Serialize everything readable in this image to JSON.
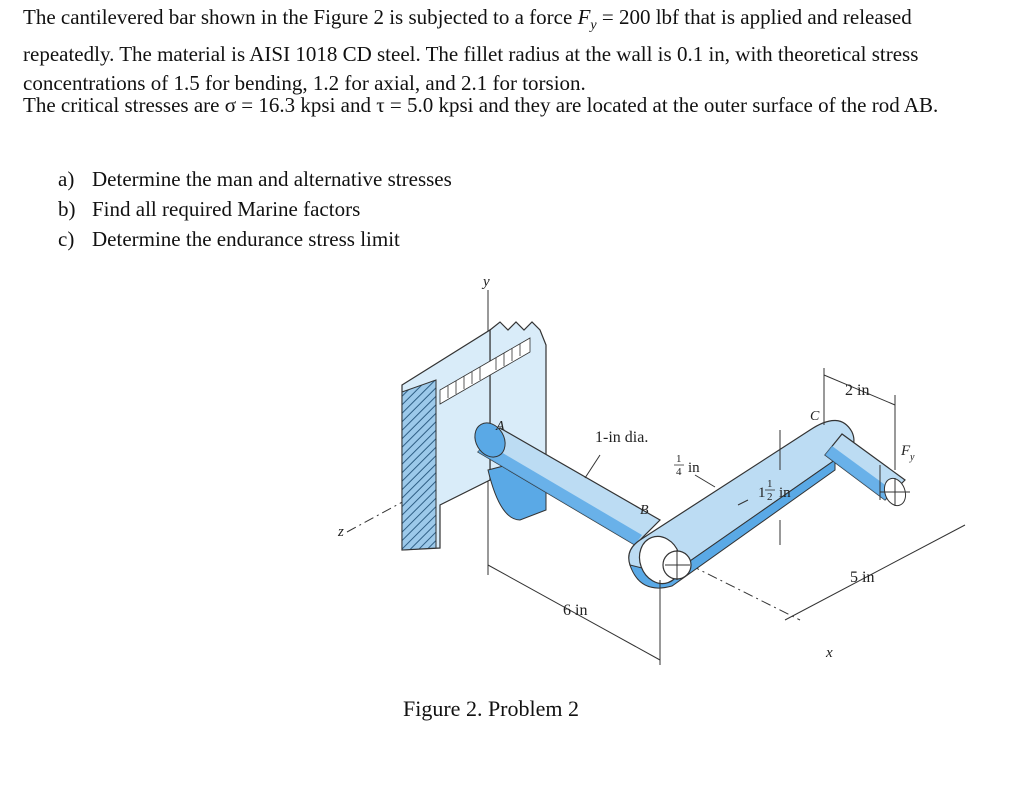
{
  "problem": {
    "p1_part1": "The cantilevered bar shown in the Figure 2 is subjected to a force ",
    "force_symbol": "F",
    "force_sub": "y",
    "p1_part2": " = 200 lbf that is applied and released repeatedly. The material is AISI 1018 CD steel. The fillet radius at the wall is 0.1 in, with theoretical stress concentrations of 1.5 for bending, 1.2 for axial, and 2.1 for torsion.",
    "p2": "The critical stresses are  σ = 16.3 kpsi and τ = 5.0 kpsi and they are located at the outer surface of the rod AB."
  },
  "questions": [
    {
      "label": "a)",
      "text": "Determine the man and alternative stresses"
    },
    {
      "label": "b)",
      "text": "Find all required Marine factors"
    },
    {
      "label": "c)",
      "text": "Determine the endurance stress limit"
    }
  ],
  "figure": {
    "caption": "Figure 2. Problem 2",
    "axis_y": "y",
    "axis_z": "z",
    "axis_x": "x",
    "point_a": "A",
    "point_b": "B",
    "point_c": "C",
    "dia_label": "1-in dia.",
    "dim_6": "6 in",
    "dim_5": "5 in",
    "dim_2": "2 in",
    "quarter_num": "1",
    "quarter_den": "4",
    "quarter_unit": "in",
    "onehalf_whole": "1",
    "onehalf_num": "1",
    "onehalf_den": "2",
    "onehalf_unit": "in",
    "force_f": "F",
    "force_y": "y",
    "colors": {
      "bar_fill": "#bcdcf3",
      "bar_shade": "#5aa9e6",
      "wall_fill": "#d9ecf9",
      "line": "#333333"
    }
  }
}
